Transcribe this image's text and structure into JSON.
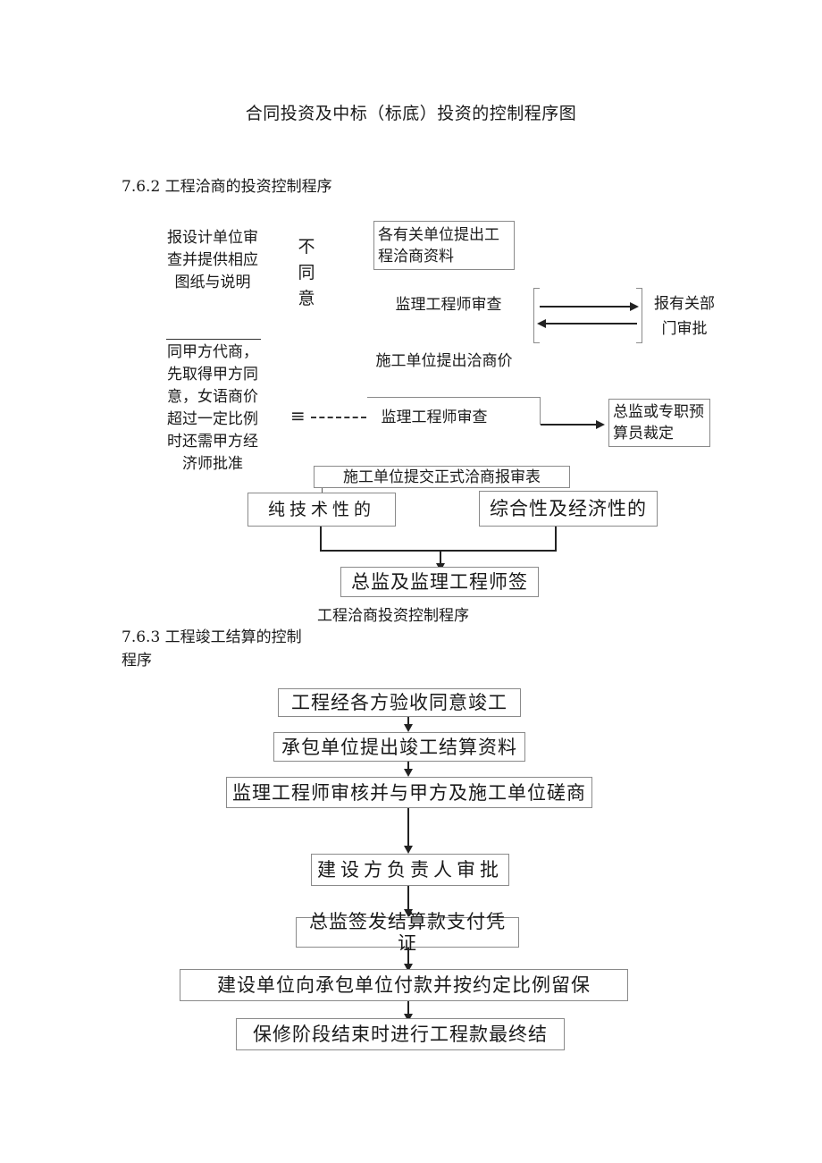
{
  "document": {
    "title": "合同投资及中标（标底）投资的控制程序图"
  },
  "section_762": {
    "heading": "7.6.2 工程洽商的投资控制程序",
    "caption": "工程洽商投资控制程序",
    "left_note_top": "报设计单位审查并提供相应图纸与说明",
    "vertical_label": "不同意",
    "left_note_bottom": "同甲方代商，先取得甲方同意，女语商价超过一定比例时还需甲方经济师批准",
    "box_materials": "各有关单位提出工程洽商资料",
    "label_supervisor_review": "监理工程师审查",
    "label_report_authority": "报有关部门审批",
    "label_contractor_price": "施工单位提出洽商价",
    "label_supervisor_review_2": "监理工程师审查",
    "box_chief_or_budget": "总监或专职预算员裁定",
    "box_formal_form": "施工单位提交正式洽商报审表",
    "box_pure_technical": "纯技术性的",
    "box_comprehensive_economic": "综合性及经济性的",
    "box_chief_sign": "总监及监理工程师签"
  },
  "section_763": {
    "heading_line1": "7.6.3 工程竣工结算的控制",
    "heading_line2": "程序",
    "steps": [
      "工程经各方验收同意竣工",
      "承包单位提出竣工结算资料",
      "监理工程师审核并与甲方及施工单位磋商",
      "建设方负责人审批",
      "总监签发结算款支付凭证",
      "建设单位向承包单位付款并按约定比例留保",
      "保修阶段结束时进行工程款最终结"
    ]
  },
  "colors": {
    "ink": "#1a1a1a",
    "box_border": "#8a8a8a",
    "connector": "#222222",
    "page_background": "#ffffff"
  }
}
